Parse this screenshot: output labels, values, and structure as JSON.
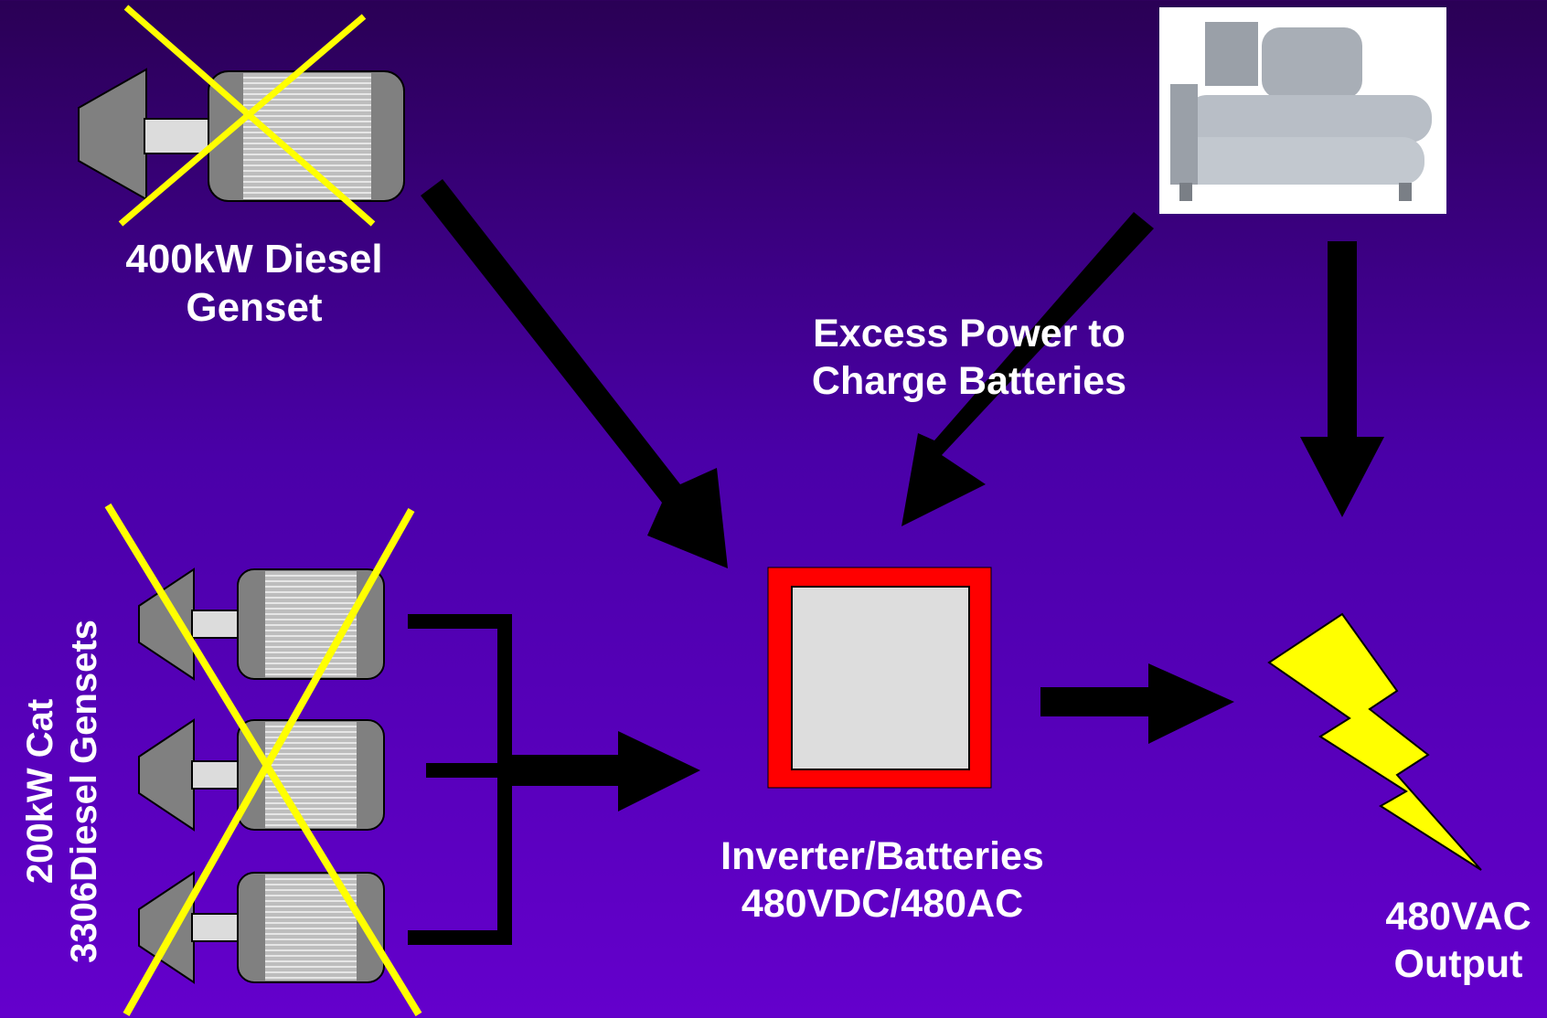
{
  "labels": {
    "genset_400": {
      "line1": "400kW Diesel",
      "line2": "Genset"
    },
    "excess_power": {
      "line1": "Excess Power to",
      "line2": "Charge Batteries"
    },
    "inverter": {
      "line1": "Inverter/Batteries",
      "line2": "480VDC/480AC"
    },
    "output": {
      "line1": "480VAC",
      "line2": "Output"
    },
    "gensets_200": {
      "line1": "200kW Cat",
      "line2": "3306Diesel Gensets"
    }
  },
  "colors": {
    "background_top": "#2a0055",
    "background_bottom": "#6400cc",
    "arrow": "#000000",
    "cross": "#ffff00",
    "lightning": "#ffff00",
    "inverter_border": "#ff0000",
    "inverter_fill": "#dddddd",
    "genset_body": "#808080"
  },
  "icons": {
    "genset": "generator-icon",
    "chiller": "chiller-unit-image",
    "lightning": "lightning-bolt-icon",
    "inverter": "inverter-battery-box"
  }
}
